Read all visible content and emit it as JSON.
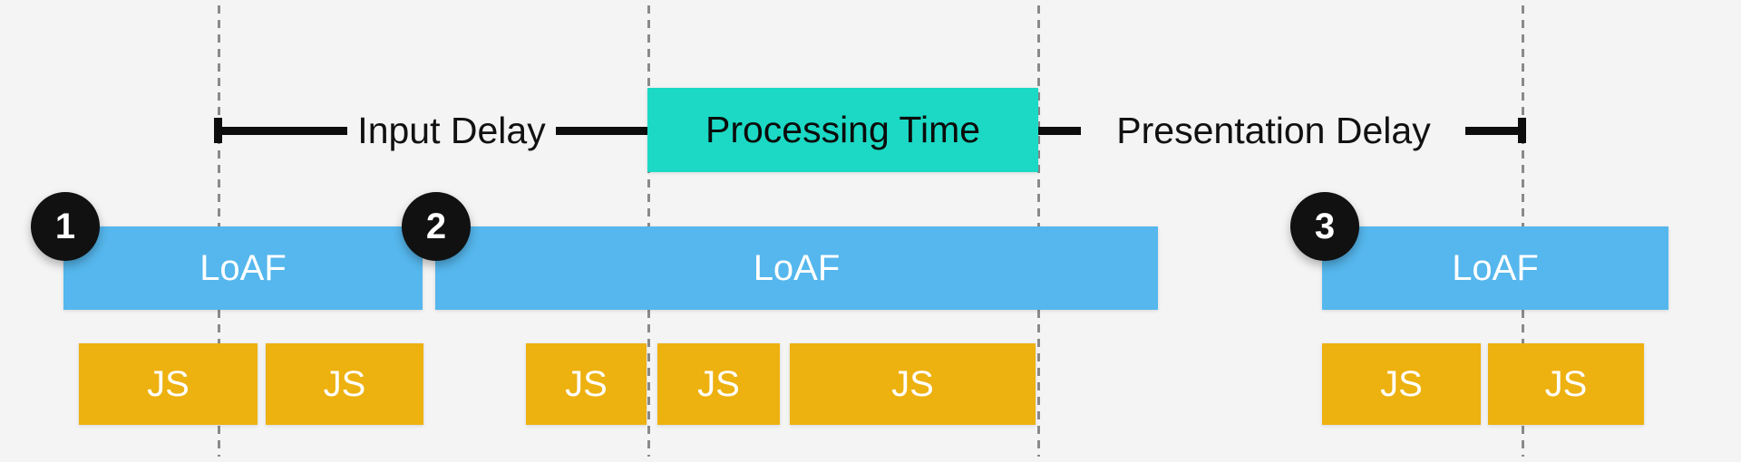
{
  "colors": {
    "background": "#f4f4f5",
    "dash_line": "#8a8a8a",
    "annotation_line": "#0d0d0d",
    "annotation_text": "#111111",
    "processing_box": "#1bd9c4",
    "loaf_bar": "#55b7ed",
    "js_block": "#edb110",
    "marker_bg": "#111111",
    "marker_text": "#ffffff",
    "bar_text": "#ffffff"
  },
  "annotations": {
    "input_delay_label": "Input Delay",
    "processing_time_label": "Processing Time",
    "presentation_delay_label": "Presentation Delay"
  },
  "frames": [
    {
      "marker": "1",
      "bar_label": "LoAF",
      "js_tasks": [
        "JS",
        "JS"
      ]
    },
    {
      "marker": "2",
      "bar_label": "LoAF",
      "js_tasks": [
        "JS",
        "JS",
        "JS"
      ]
    },
    {
      "marker": "3",
      "bar_label": "LoAF",
      "js_tasks": [
        "JS",
        "JS"
      ]
    }
  ]
}
